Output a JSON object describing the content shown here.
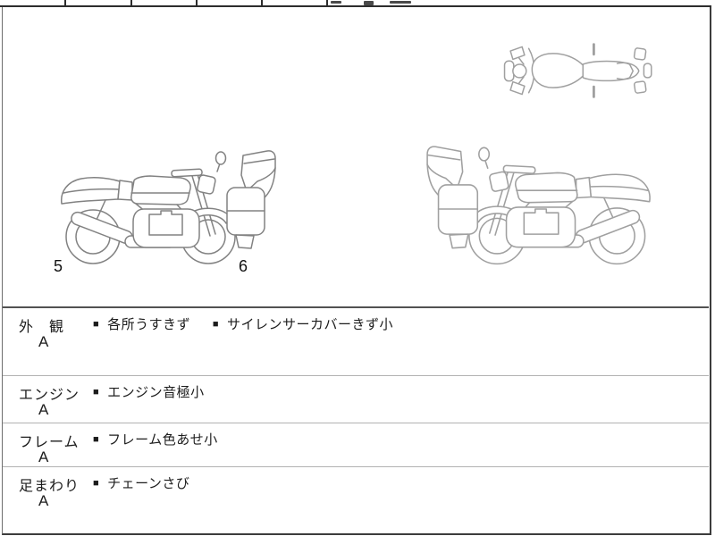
{
  "inspection": {
    "bullet": "■",
    "sections": [
      {
        "label": "外　観",
        "grade": "A",
        "notes": [
          "各所うすきず",
          "サイレンサーカバーきず小"
        ]
      },
      {
        "label": "エンジン",
        "grade": "A",
        "notes": [
          "エンジン音極小"
        ]
      },
      {
        "label": "フレーム",
        "grade": "A",
        "notes": [
          "フレーム色あせ小"
        ]
      },
      {
        "label": "足まわり",
        "grade": "A",
        "notes": [
          "チェーンさび"
        ]
      }
    ]
  },
  "diagram": {
    "labels": {
      "rear_point": "5",
      "front_point": "6"
    },
    "colors": {
      "left_bike_line": "#828282",
      "right_bike_line": "#a0a0a0",
      "top_view_line": "#a0a0a0",
      "text": "#1c1c1c"
    }
  }
}
